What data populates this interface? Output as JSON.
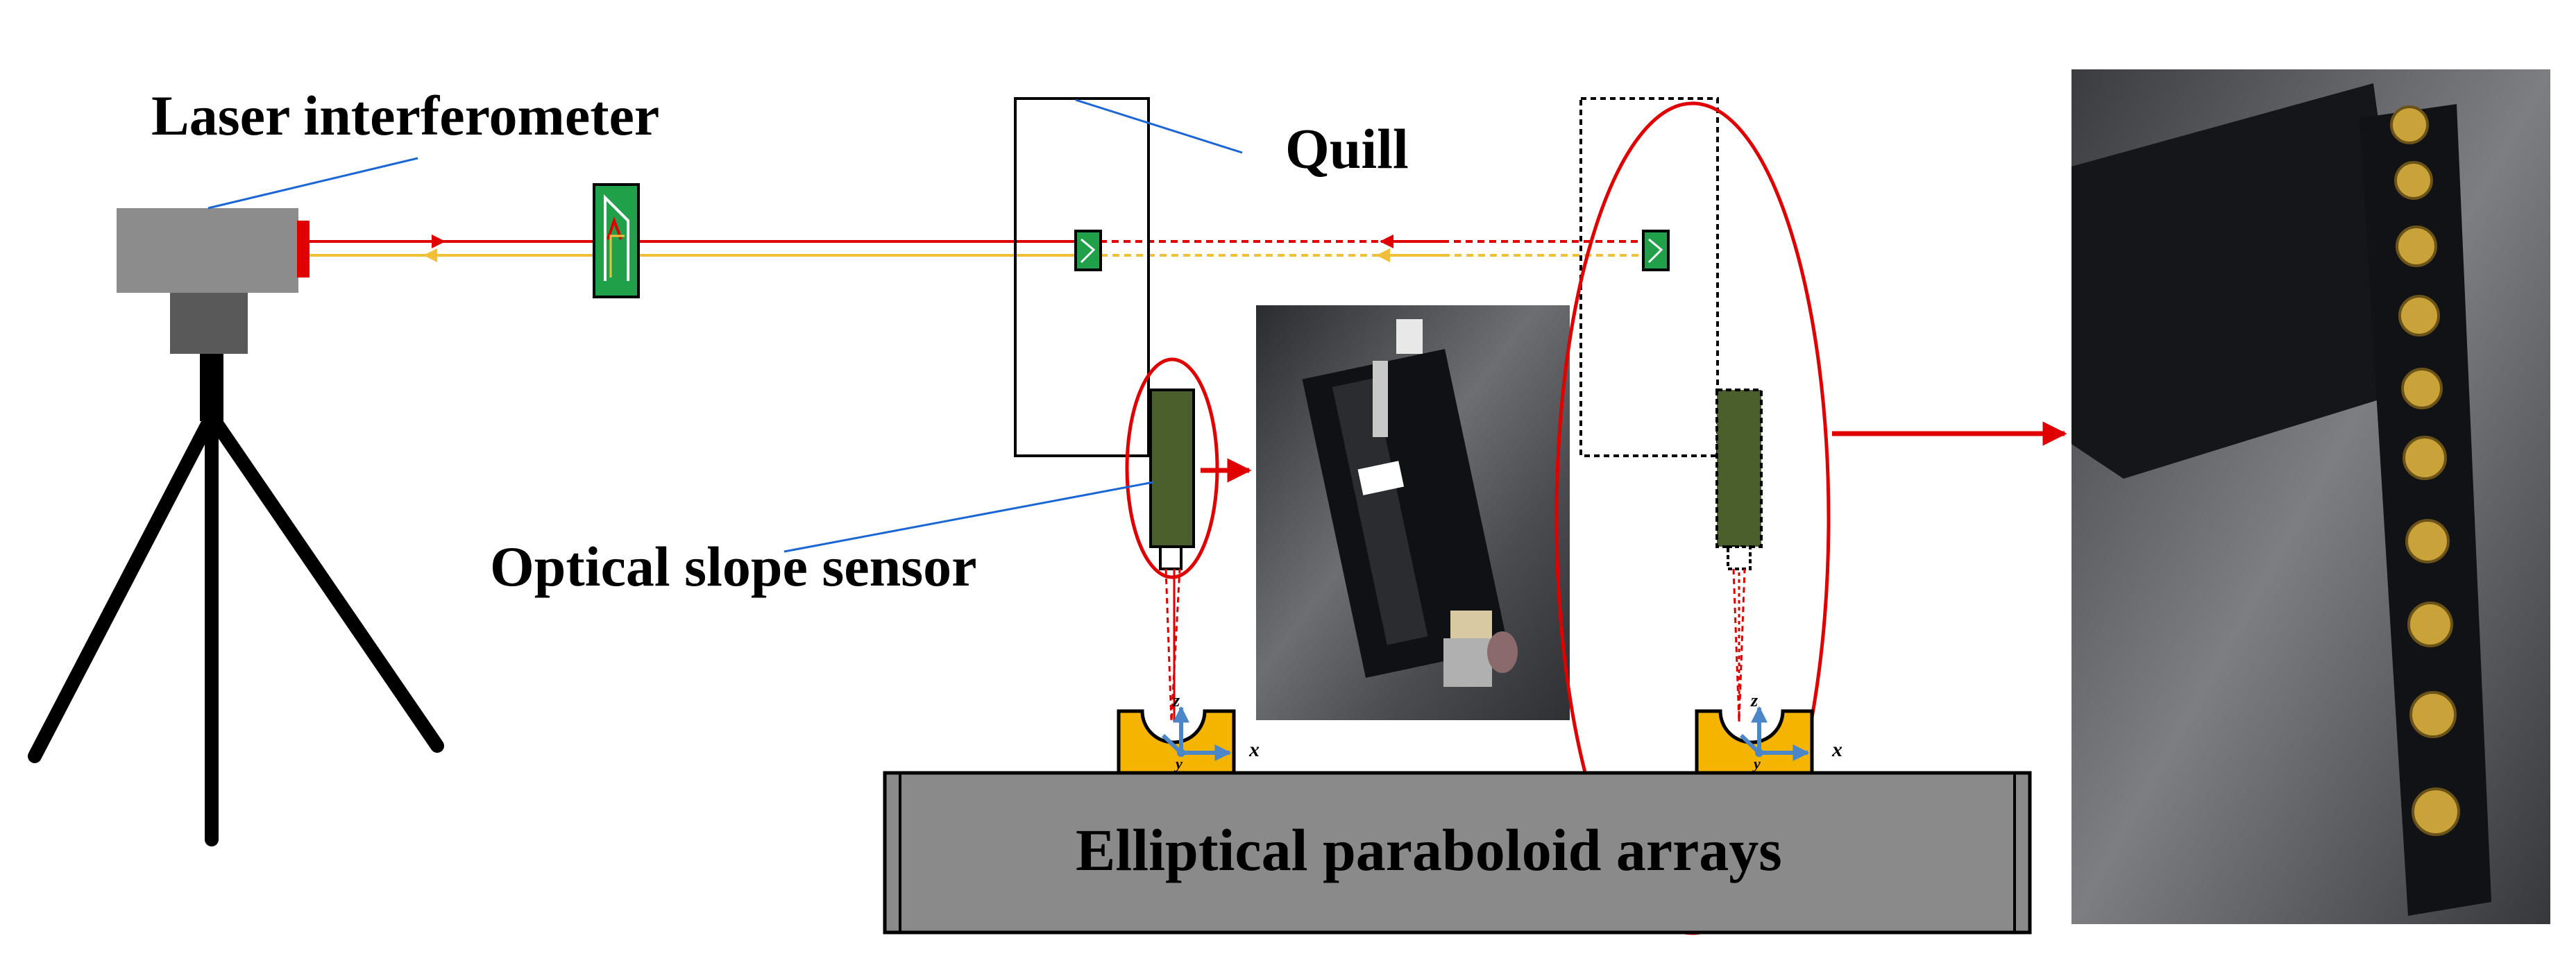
{
  "labels": {
    "laser": "Laser interferometer",
    "quill": "Quill",
    "sensor": "Optical slope sensor",
    "base": "Elliptical paraboloid arrays"
  },
  "axes": {
    "x": "x",
    "y": "y",
    "z": "z"
  },
  "colors": {
    "laser_body": "#8c8c8c",
    "laser_neck": "#595959",
    "beam_out": "#e00000",
    "beam_return": "#f2c038",
    "optic_green": "#21a04a",
    "sensor_green": "#4b5f2d",
    "base_gray": "#8a8a8a",
    "holder_gold": "#f4b400",
    "highlight_red": "#e00000",
    "leader_blue": "#1a66d6",
    "axis_blue": "#4a86c8"
  },
  "photos": {
    "sensor_photo": "optical-slope-sensor-photo",
    "array_photo": "paraboloid-array-photo"
  }
}
